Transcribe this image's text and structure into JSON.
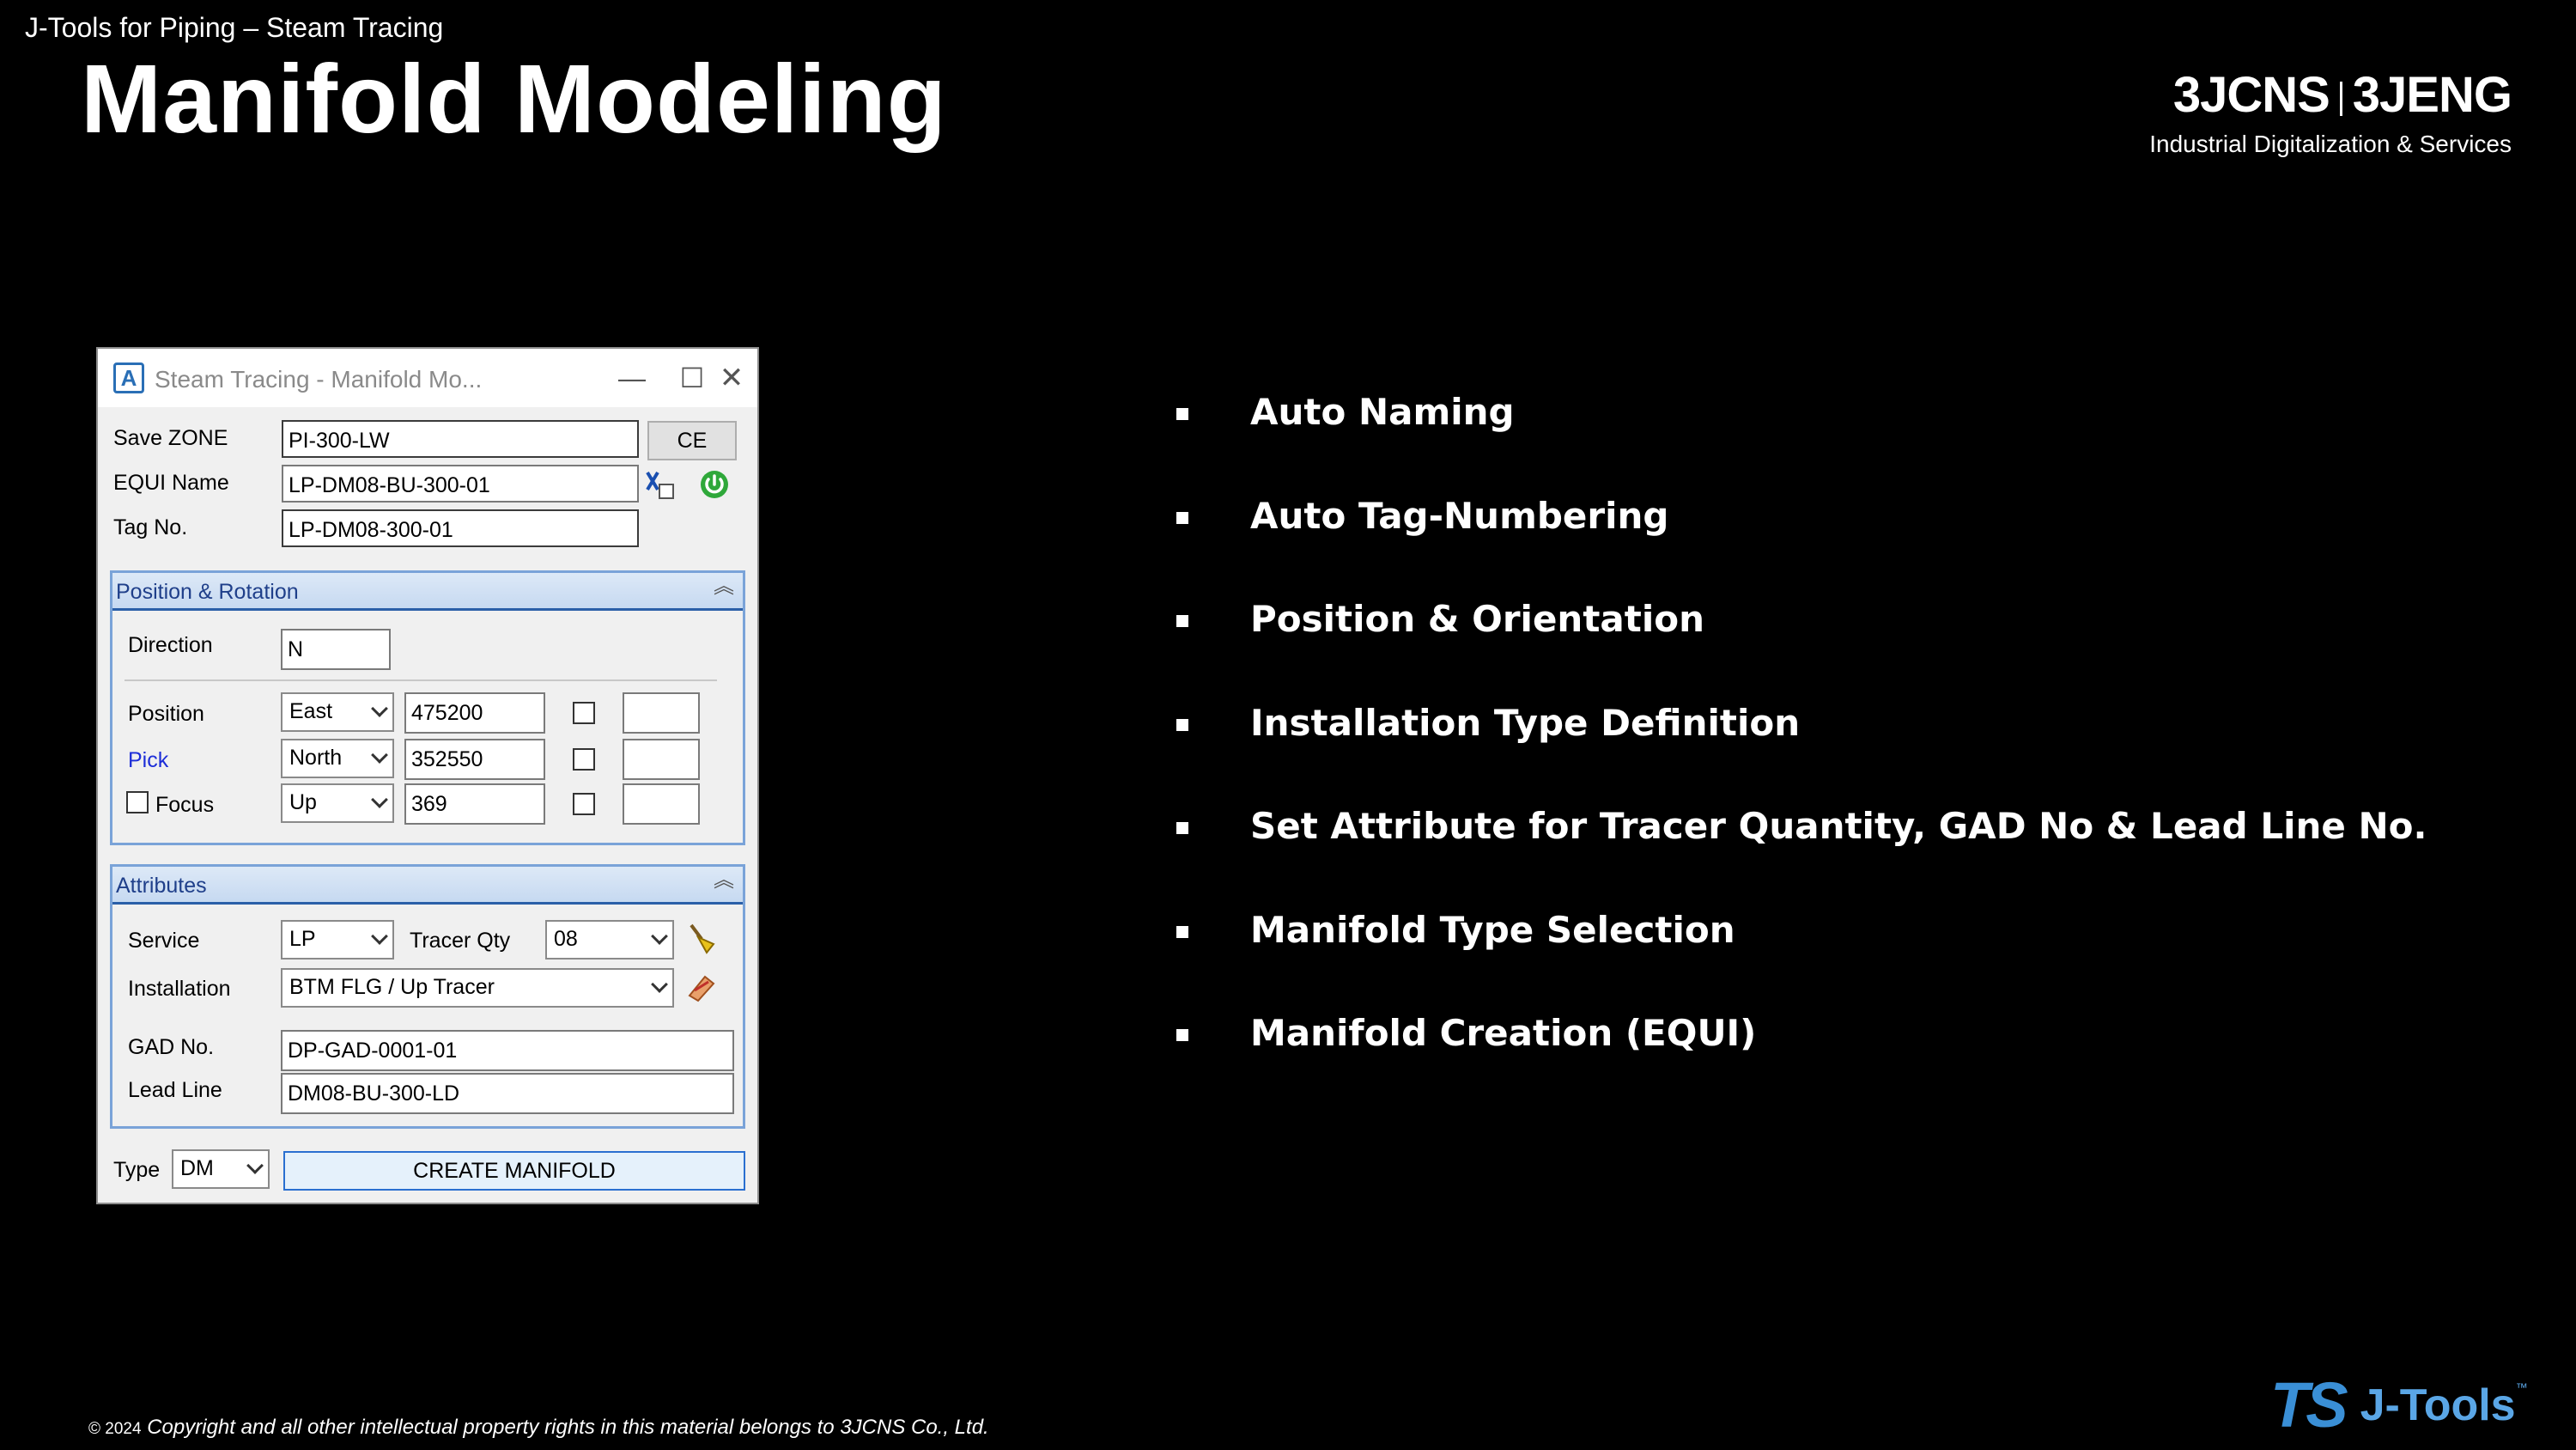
{
  "slide": {
    "supertitle": "J-Tools for Piping – Steam Tracing",
    "title": "Manifold Modeling",
    "logo_main_left": "3JCNS",
    "logo_main_right": "3JENG",
    "logo_sub": "Industrial Digitalization & Services",
    "copyright_year": "© 2024",
    "copyright_text": "Copyright and all other intellectual property rights in this material belongs to 3JCNS Co., Ltd.",
    "jtools_ts": "TS",
    "jtools_name": "J-Tools",
    "jtools_tm": "™"
  },
  "bullets": [
    "Auto Naming",
    "Auto Tag-Numbering",
    "Position & Orientation",
    "Installation Type Definition",
    "Set Attribute for Tracer Quantity, GAD No & Lead Line No.",
    "Manifold Type Selection",
    "Manifold Creation (EQUI)"
  ],
  "dialog": {
    "title": "Steam Tracing - Manifold Mo...",
    "icon_letter": "A",
    "minimize": "—",
    "maximize": "☐",
    "close": "✕",
    "save_zone_label": "Save ZONE",
    "save_zone_value": "PI-300-LW",
    "ce_button": "CE",
    "equi_name_label": "EQUI Name",
    "equi_name_value": "LP-DM08-BU-300-01",
    "tag_no_label": "Tag No.",
    "tag_no_value": "LP-DM08-300-01",
    "position_group": {
      "title": "Position & Rotation",
      "collapse": "︽",
      "direction_label": "Direction",
      "direction_value": "N",
      "position_label": "Position",
      "pick_label": "Pick",
      "focus_label": "Focus",
      "rows": [
        {
          "axis": "East",
          "value": "475200",
          "extra": ""
        },
        {
          "axis": "North",
          "value": "352550",
          "extra": ""
        },
        {
          "axis": "Up",
          "value": "369",
          "extra": ""
        }
      ]
    },
    "attributes_group": {
      "title": "Attributes",
      "collapse": "︽",
      "service_label": "Service",
      "service_value": "LP",
      "tracer_qty_label": "Tracer Qty",
      "tracer_qty_value": "08",
      "installation_label": "Installation",
      "installation_value": "BTM FLG / Up Tracer",
      "gad_no_label": "GAD No.",
      "gad_no_value": "DP-GAD-0001-01",
      "lead_line_label": "Lead Line",
      "lead_line_value": "DM08-BU-300-LD"
    },
    "type_label": "Type",
    "type_value": "DM",
    "create_button": "CREATE MANIFOLD"
  }
}
